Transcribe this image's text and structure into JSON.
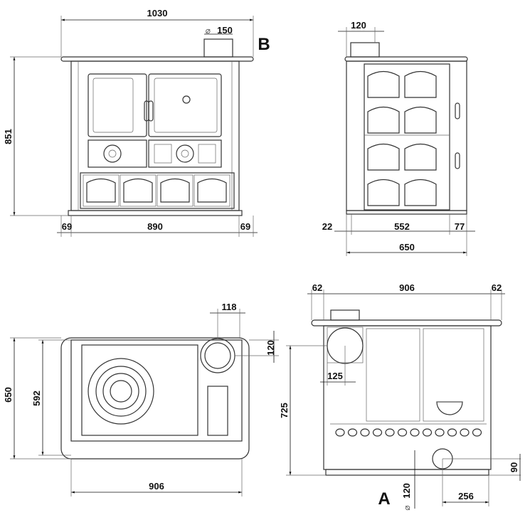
{
  "front_view": {
    "width_total": "1030",
    "flue_diameter": "150",
    "flue_diameter_symbol": "⌀",
    "view_label": "B",
    "height": "851",
    "side_left": "69",
    "inner_width": "890",
    "side_right": "69"
  },
  "side_view": {
    "flue_offset": "120",
    "left_offset": "22",
    "body_depth": "552",
    "right_offset": "77",
    "total_depth": "650"
  },
  "top_view": {
    "flue_offset_x": "118",
    "flue_offset_y": "120",
    "total_depth": "650",
    "inner_depth": "592",
    "width": "906"
  },
  "rear_view": {
    "left_margin": "62",
    "width": "906",
    "right_margin": "62",
    "flue_offset": "125",
    "flue_height": "725",
    "air_inlet_height": "90",
    "view_label": "A",
    "air_inlet_diameter": "120",
    "air_inlet_diameter_symbol": "⌀",
    "air_inlet_offset": "256"
  }
}
